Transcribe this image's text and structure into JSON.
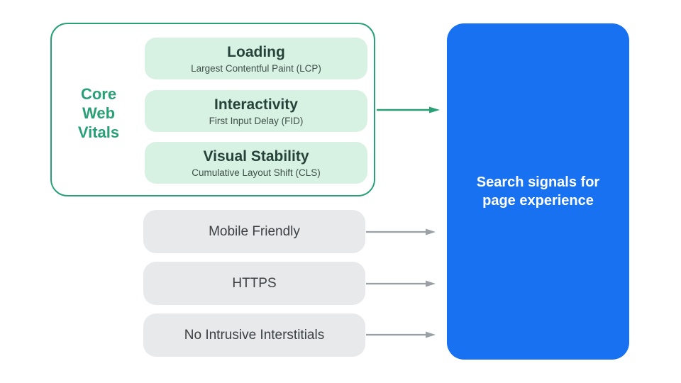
{
  "core_web_vitals": {
    "label": "Core Web Vitals",
    "items": [
      {
        "title": "Loading",
        "subtitle": "Largest Contentful Paint (LCP)"
      },
      {
        "title": "Interactivity",
        "subtitle": "First Input Delay (FID)"
      },
      {
        "title": "Visual Stability",
        "subtitle": "Cumulative Layout Shift (CLS)"
      }
    ]
  },
  "other_signals": [
    {
      "label": "Mobile Friendly"
    },
    {
      "label": "HTTPS"
    },
    {
      "label": "No Intrusive Interstitials"
    }
  ],
  "result": {
    "label": "Search signals for page experience"
  },
  "colors": {
    "green": "#2AA077",
    "green_light": "#D7F2E3",
    "vital_title": "#27423A",
    "vital_subtitle": "#3D4F48",
    "gray_box": "#E8E9EB",
    "gray_text": "#3C4043",
    "gray_arrow": "#9AA0A6",
    "blue": "#1871F0",
    "white_text": "#FFFFFF"
  }
}
